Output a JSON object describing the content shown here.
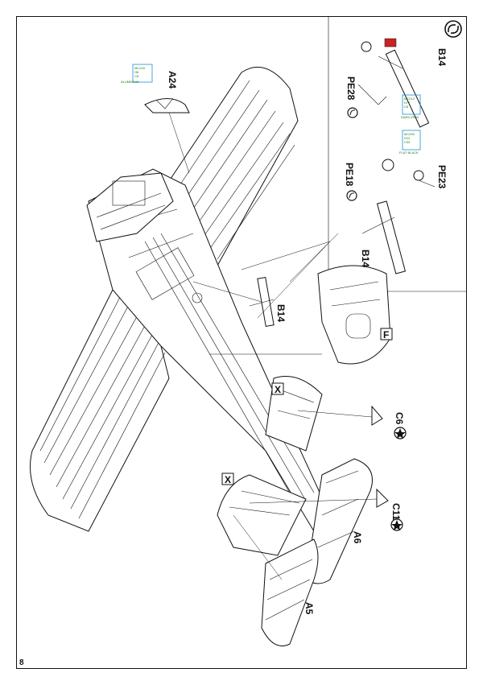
{
  "page": {
    "number": "8"
  },
  "parts": {
    "a24": "A24",
    "b14_main": "B14",
    "b14_detail_top": "B14",
    "b14_detail_bottom": "B14",
    "pe28": "PE28",
    "pe18": "PE18",
    "pe23": "PE23",
    "c6": "C6",
    "c11": "C11",
    "a5": "A5",
    "a6": "A6",
    "f": "F",
    "x1": "X",
    "x2": "X"
  },
  "paint_codes": {
    "a24": [
      "MC218",
      "H8",
      "C8",
      "ALUMINIUM"
    ],
    "b14": [
      "MC212",
      "H77",
      "C8",
      "DARK IRON"
    ],
    "pe18": [
      "MC200",
      "H12",
      "C33",
      "FLAT BLACK"
    ]
  },
  "colors": {
    "line": "#111111",
    "paint_code_box": "#1f8fd6",
    "paint_code_text": "#1a7a1a",
    "accent": "#cc2222"
  },
  "icons": {
    "options": "circle-arrow-icon",
    "decal_star": "star-in-circle-icon",
    "bend": "bend-arrow-icon"
  }
}
